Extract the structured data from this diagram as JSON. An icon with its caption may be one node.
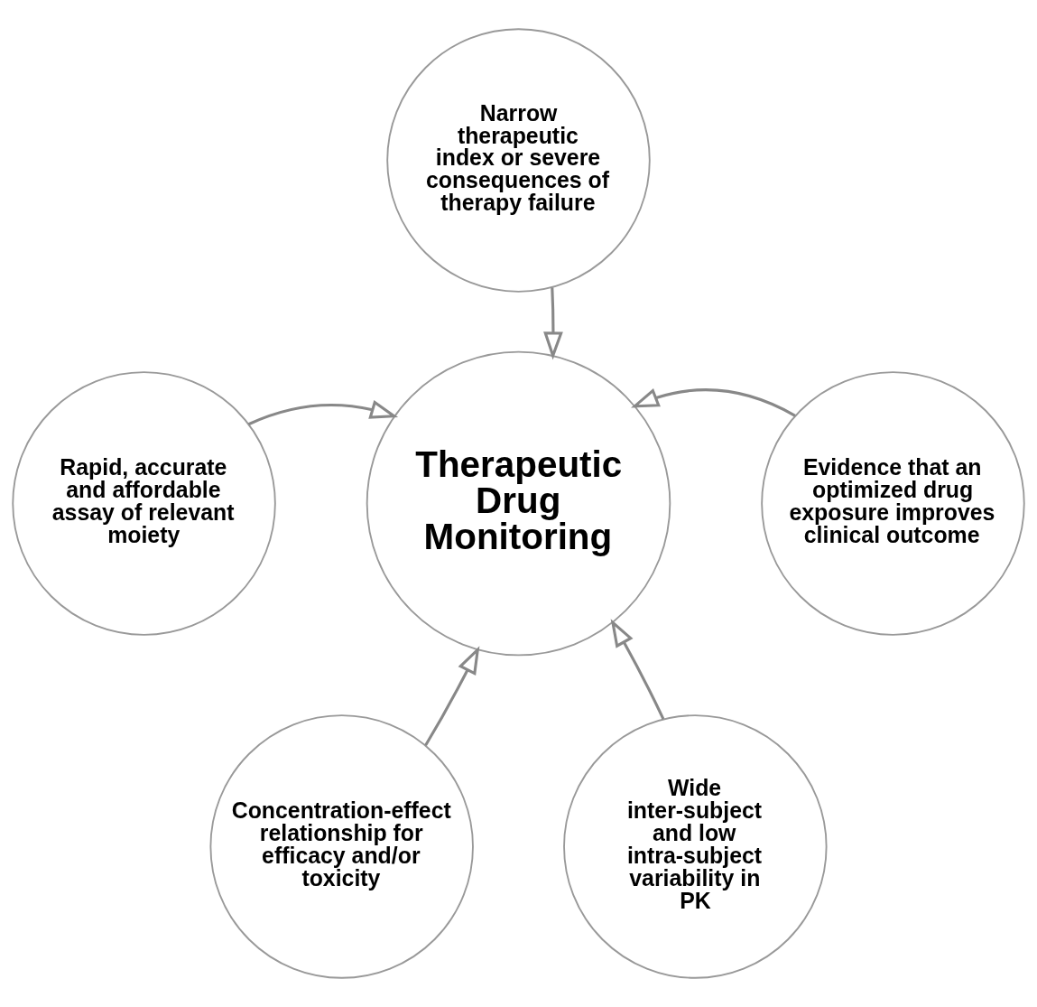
{
  "diagram": {
    "nodes": [
      {
        "text": [
          "Narrow therapeutic index or severe consequences of therapy failure"
        ]
      },
      {
        "text": [
          "Rapid, accurate and affordable assay of relevant moiety"
        ]
      },
      {
        "text": [
          "Therapeutic Drug Monitoring"
        ]
      },
      {
        "text": [
          "Evidence that an optimized drug exposure improves clinical outcome"
        ]
      },
      {
        "text": [
          "Concentration-effect relationship for efficacy and/or toxicity"
        ]
      },
      {
        "text": [
          "Wide inter-subject and low intra-subject variability in PK"
        ]
      }
    ],
    "edges": [
      {
        "from": 0,
        "to": 2,
        "arrow": "to"
      },
      {
        "from": 1,
        "to": 2,
        "arrow": "to"
      },
      {
        "from": 3,
        "to": 2,
        "arrow": "to"
      },
      {
        "from": 4,
        "to": 2,
        "arrow": "to"
      },
      {
        "from": 5,
        "to": 2,
        "arrow": "to"
      }
    ]
  }
}
